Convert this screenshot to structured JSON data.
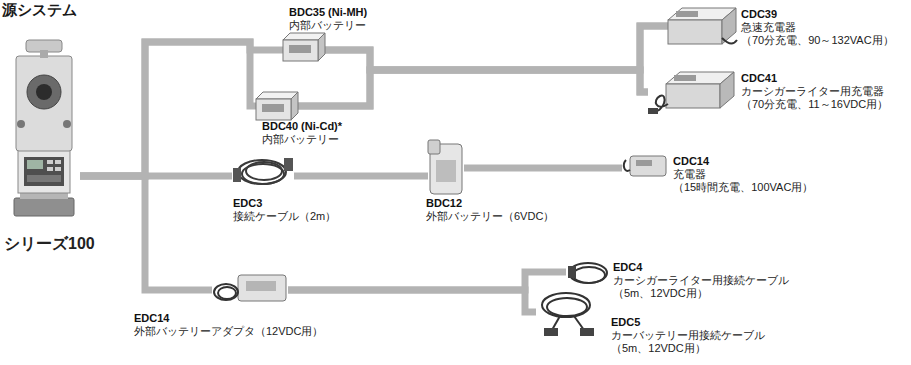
{
  "diagram": {
    "title": "源システム",
    "nodes": [
      {
        "text": [
          "シリーズ100"
        ]
      },
      {
        "text": [
          "BDC35 (Ni-MH)",
          "内部バッテリー"
        ]
      },
      {
        "text": [
          "BDC40 (Ni-Cd)*",
          "内部バッテリー"
        ]
      },
      {
        "text": [
          "EDC3",
          "接続ケーブル（2m）"
        ]
      },
      {
        "text": [
          "BDC12",
          "外部バッテリー（6VDC）"
        ]
      },
      {
        "text": [
          "CDC39",
          "急速充電器",
          "（70分充電、90～132VAC用）"
        ]
      },
      {
        "text": [
          "CDC41",
          "カーシガーライター用充電器",
          "（70分充電、11～16VDC用）"
        ]
      },
      {
        "text": [
          "CDC14",
          "充電器",
          "（15時間充電、100VAC用）"
        ]
      },
      {
        "text": [
          "EDC14",
          "外部バッテリーアダプタ（12VDC用）"
        ]
      },
      {
        "text": [
          "EDC4",
          "カーシガーライター用接続ケーブル",
          "（5m、12VDC用）"
        ]
      },
      {
        "text": [
          "EDC5",
          "カーバッテリー用接続ケーブル",
          "（5m、12VDC用）"
        ]
      }
    ],
    "edges": [
      {
        "from": 0,
        "to": 1,
        "arrow": "none"
      },
      {
        "from": 0,
        "to": 2,
        "arrow": "none"
      },
      {
        "from": 1,
        "to": 5,
        "arrow": "none"
      },
      {
        "from": 1,
        "to": 6,
        "arrow": "none"
      },
      {
        "from": 2,
        "to": 5,
        "arrow": "none"
      },
      {
        "from": 2,
        "to": 6,
        "arrow": "none"
      },
      {
        "from": 0,
        "to": 3,
        "arrow": "none"
      },
      {
        "from": 3,
        "to": 4,
        "arrow": "none"
      },
      {
        "from": 4,
        "to": 7,
        "arrow": "none"
      },
      {
        "from": 0,
        "to": 8,
        "arrow": "none"
      },
      {
        "from": 8,
        "to": 9,
        "arrow": "none"
      },
      {
        "from": 8,
        "to": 10,
        "arrow": "none"
      }
    ]
  }
}
